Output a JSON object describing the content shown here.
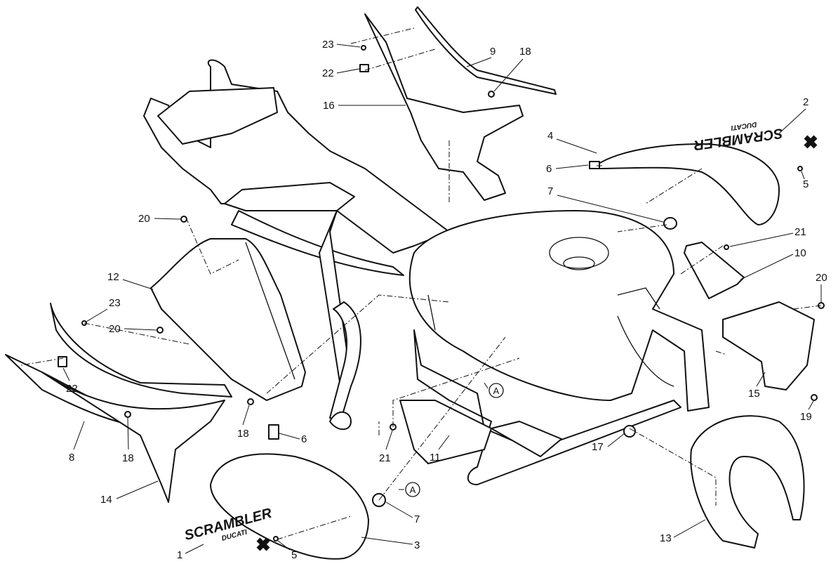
{
  "diagram": {
    "callout_letter": "A",
    "logo": {
      "brand": "SCRAMBLER",
      "sub": "DUCATI"
    },
    "labels": {
      "l23a": "23",
      "l22a": "22",
      "l9": "9",
      "l18a": "18",
      "l16": "16",
      "l2": "2",
      "l4": "4",
      "l6a": "6",
      "l5a": "5",
      "l7a": "7",
      "l20a": "20",
      "l21a": "21",
      "l10": "10",
      "l12": "12",
      "l23b": "23",
      "l20b": "20",
      "l20c": "20",
      "l22b": "22",
      "l15": "15",
      "l19": "19",
      "l18b": "18",
      "l6b": "6",
      "l8": "8",
      "l18c": "18",
      "l21b": "21",
      "l11": "11",
      "l17": "17",
      "l14": "14",
      "l7b": "7",
      "l3": "3",
      "l1": "1",
      "l5b": "5",
      "l13": "13"
    }
  }
}
